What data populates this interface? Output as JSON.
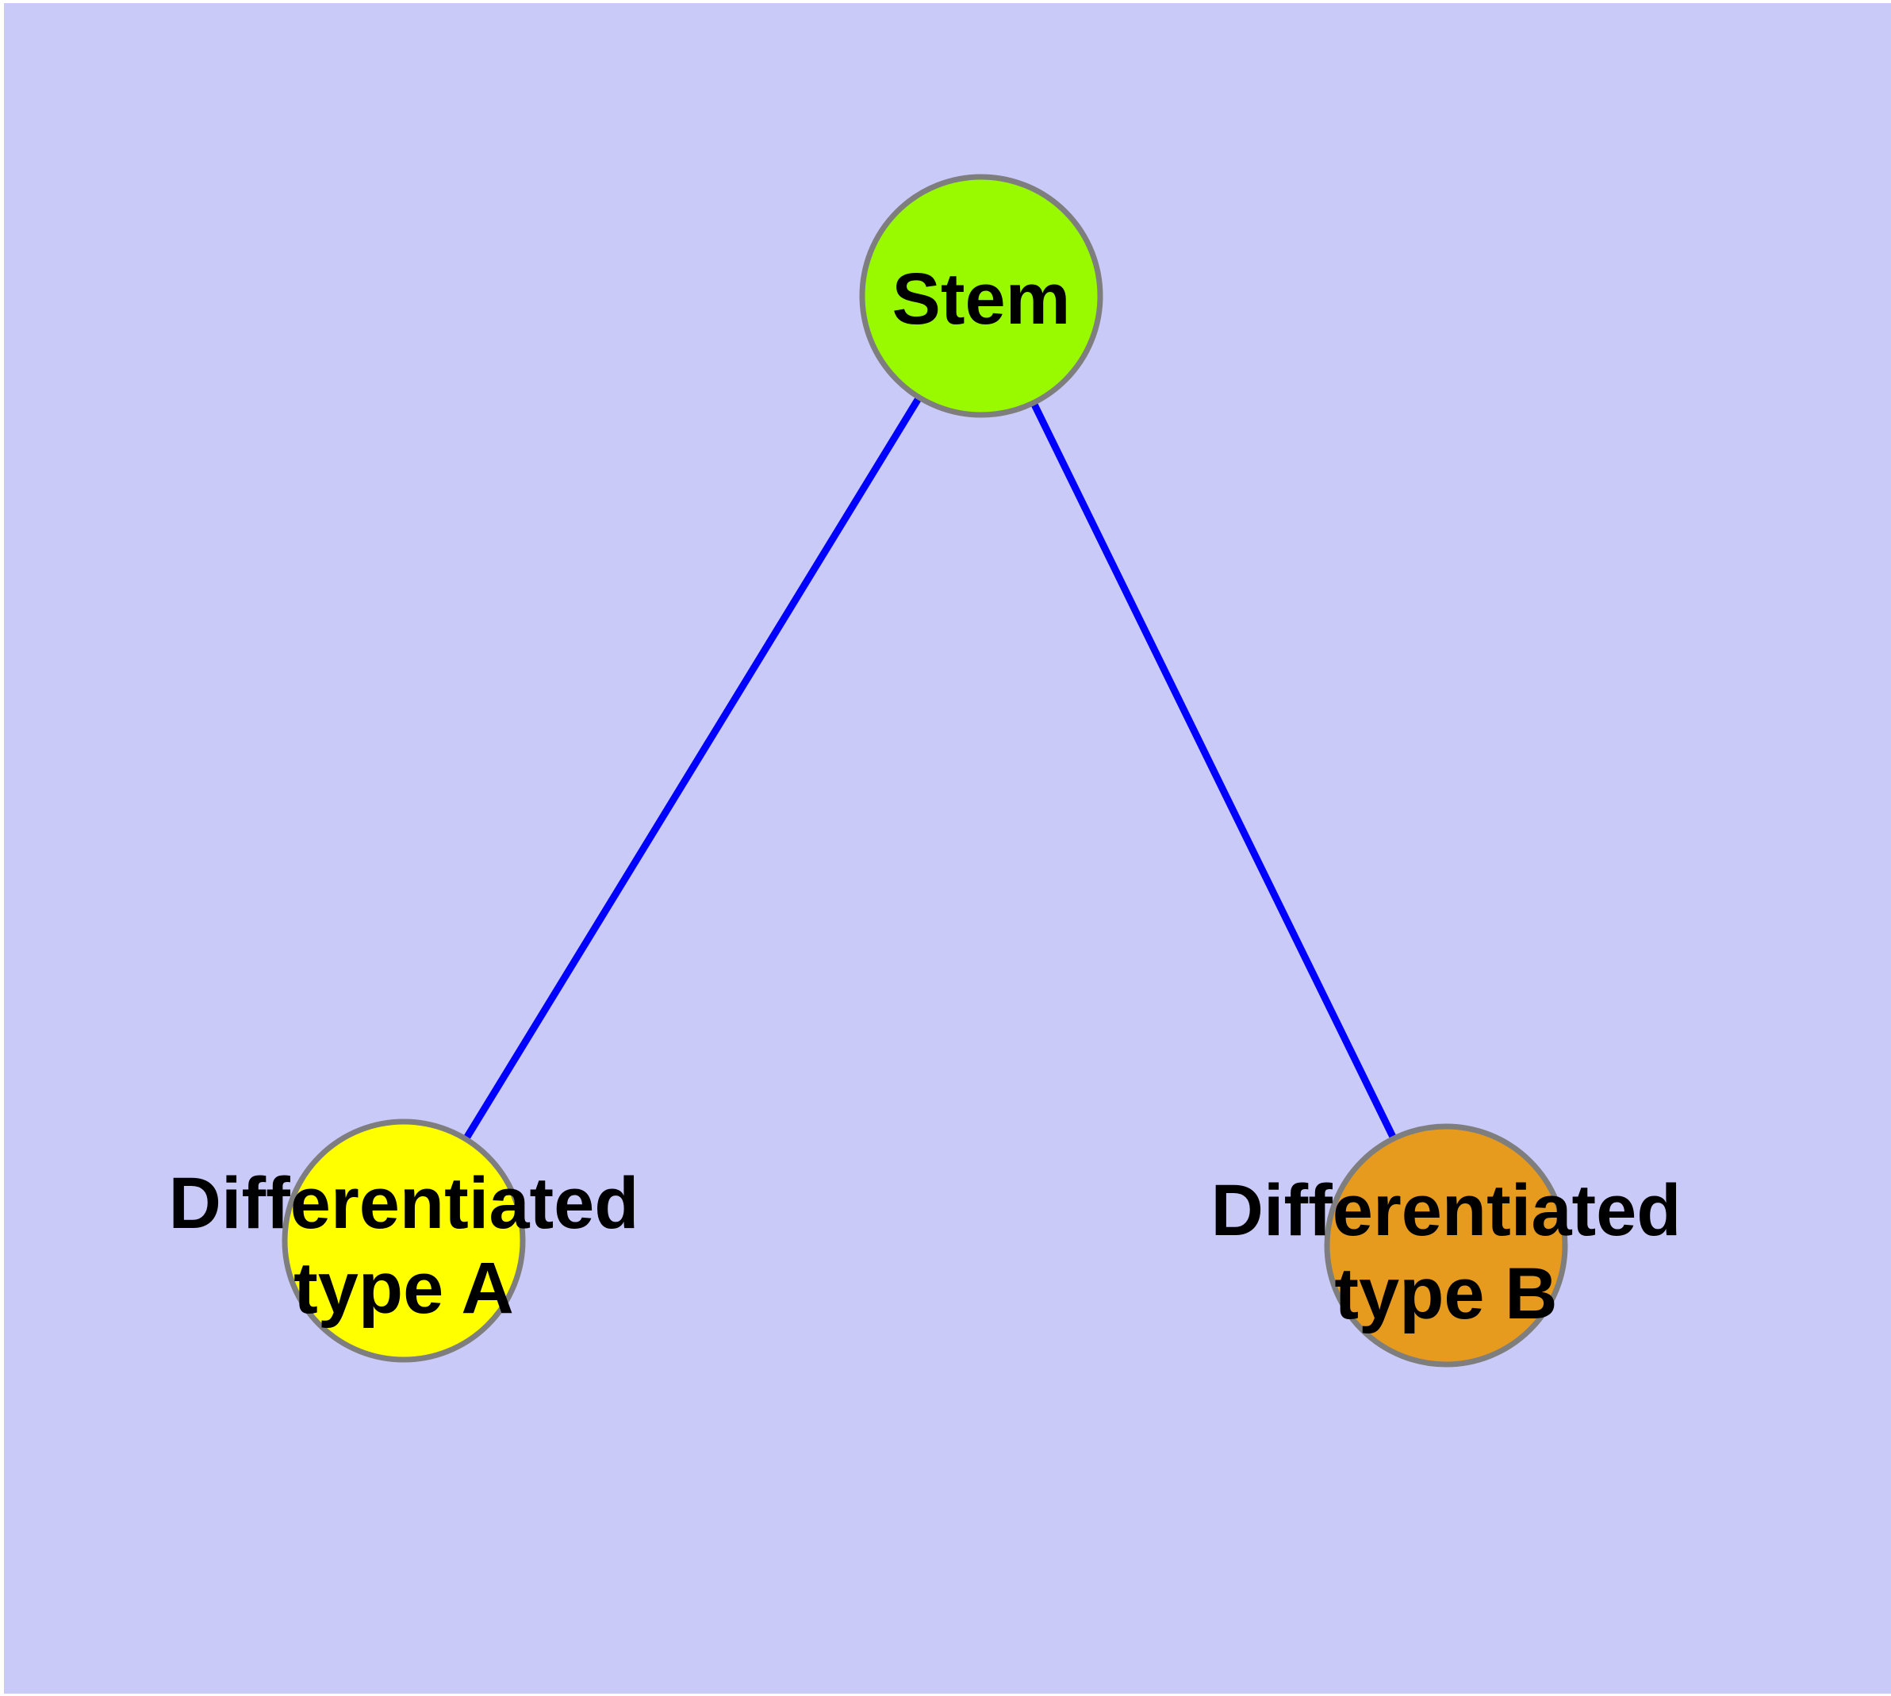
{
  "canvas": {
    "background": "#CACAF8",
    "margin_color": "#FFFFFF"
  },
  "edge_style": {
    "color": "#0000FF",
    "width": 9
  },
  "node_style": {
    "border_color": "#7E7E7E",
    "label_color": "#000000"
  },
  "nodes": [
    {
      "id": "stem",
      "label": "Stem",
      "fill": "#99FA00"
    },
    {
      "id": "differentiated-type-a",
      "label": "Differentiated type A",
      "label_lines": [
        "Differentiated",
        "type A"
      ],
      "fill": "#FFFF00"
    },
    {
      "id": "differentiated-type-b",
      "label": "Differentiated type B",
      "label_lines": [
        "Differentiated",
        "type B"
      ],
      "fill": "#E69A1E"
    }
  ],
  "edges": [
    {
      "from": "stem",
      "to": "differentiated-type-a"
    },
    {
      "from": "stem",
      "to": "differentiated-type-b"
    }
  ]
}
